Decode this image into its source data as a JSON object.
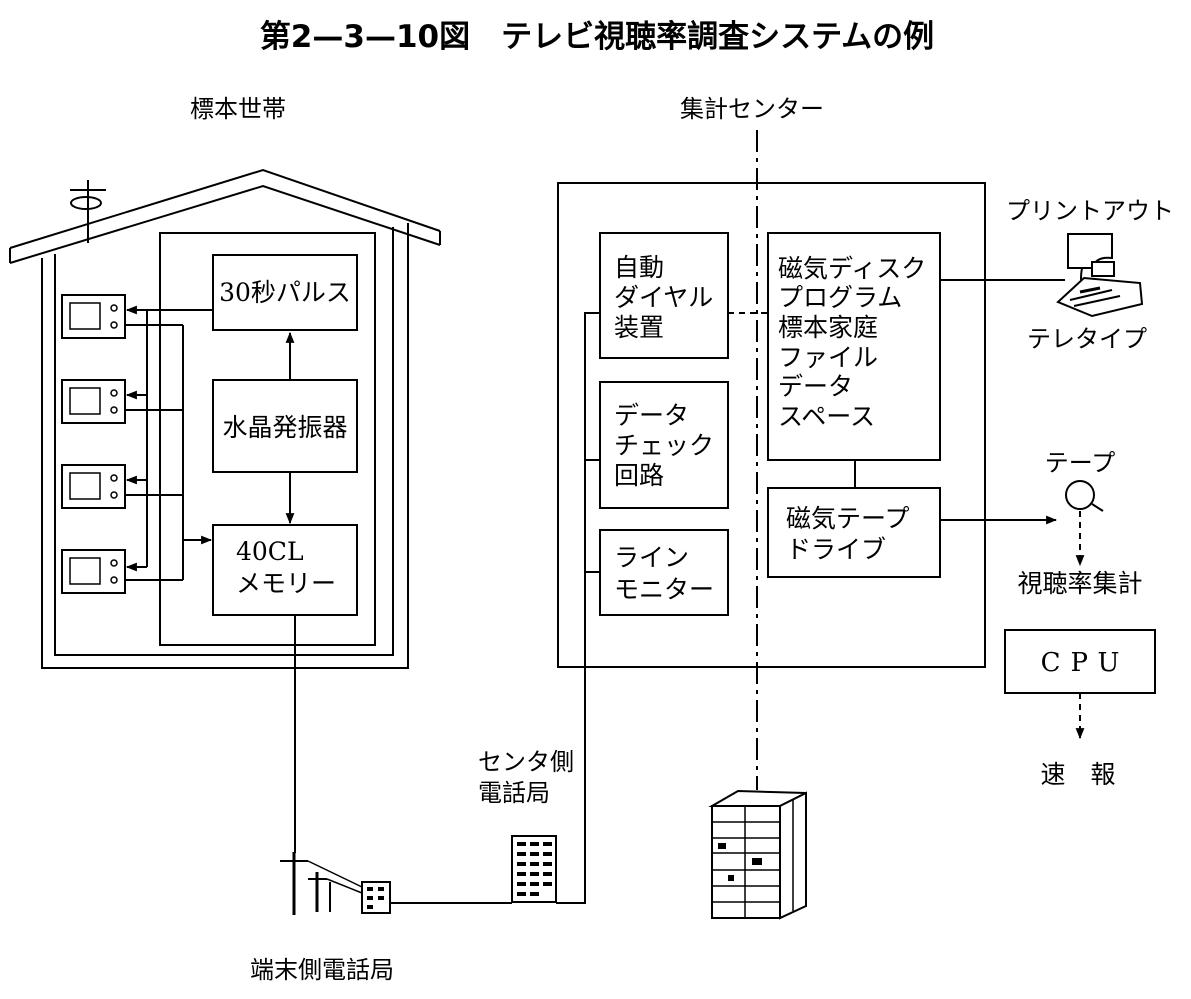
{
  "title": "第2—3—10図　テレビ視聴率調査システムの例",
  "household": {
    "label": "標本世帯",
    "pulse_box": "30秒パルス",
    "oscillator_box": "水晶発振器",
    "memory_box": {
      "lines": [
        "40CL",
        "メモリー"
      ]
    }
  },
  "center": {
    "label": "集計センター",
    "auto_dial": {
      "lines": [
        "自動",
        "ダイヤル",
        "装置"
      ]
    },
    "data_check": {
      "lines": [
        "データ",
        "チェック",
        "回路"
      ]
    },
    "line_monitor": {
      "lines": [
        "ライン",
        "モニター"
      ]
    },
    "disk": {
      "lines": [
        "磁気ディスク",
        "プログラム",
        "標本家庭",
        "ファイル",
        "データ",
        "スペース"
      ]
    },
    "tape_drive": {
      "lines": [
        "磁気テープ",
        "ドライブ"
      ]
    }
  },
  "outputs": {
    "printout": "プリントアウト",
    "teletype": "テレタイプ",
    "tape": "テープ",
    "aggregation": "視聴率集計",
    "cpu": "CPU",
    "bulletin": "速　報"
  },
  "telephone": {
    "center_exchange": {
      "lines": [
        "センタ側",
        "電話局"
      ]
    },
    "terminal_exchange": "端末側電話局"
  }
}
